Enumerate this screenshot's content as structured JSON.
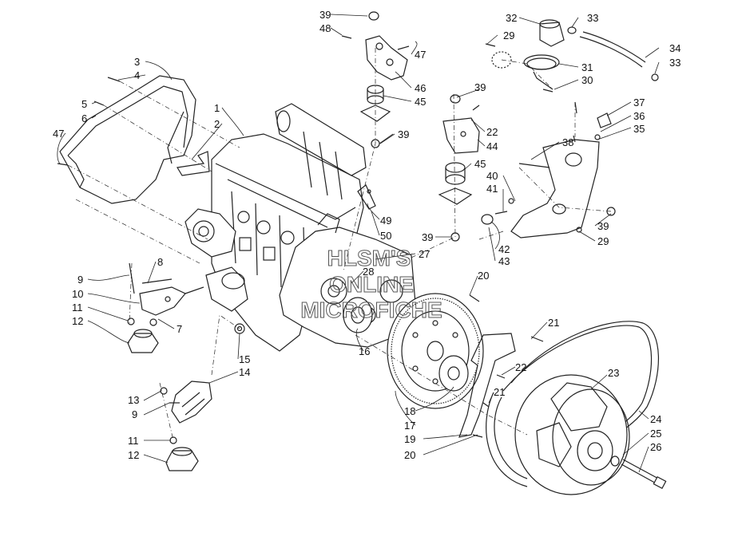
{
  "labels": {
    "l39a": "39",
    "l48": "48",
    "l32": "32",
    "l33a": "33",
    "l29a": "29",
    "l34": "34",
    "l33b": "33",
    "l31": "31",
    "l30": "30",
    "l3": "3",
    "l4": "4",
    "l47a": "47",
    "l46": "46",
    "l45a": "45",
    "l39b": "39",
    "l5": "5",
    "l6": "6",
    "l1": "1",
    "l2": "2",
    "l47b": "47",
    "l37": "37",
    "l36": "36",
    "l35": "35",
    "l22a": "22",
    "l44": "44",
    "l38": "38",
    "l45b": "45",
    "l40": "40",
    "l41": "41",
    "l39c": "39",
    "l49": "49",
    "l50": "50",
    "l39d": "39",
    "l29b": "29",
    "l42": "42",
    "l43": "43",
    "l8": "8",
    "l27": "27",
    "l9a": "9",
    "l28": "28",
    "l20a": "20",
    "l10": "10",
    "l11a": "11",
    "l12a": "12",
    "l7": "7",
    "l21a": "21",
    "l16": "16",
    "l15": "15",
    "l14": "14",
    "l22b": "22",
    "l23": "23",
    "l21b": "21",
    "l13": "13",
    "l9b": "9",
    "l18": "18",
    "l24": "24",
    "l17": "17",
    "l25": "25",
    "l19": "19",
    "l26": "26",
    "l11b": "11",
    "l20b": "20",
    "l12b": "12"
  },
  "watermark": {
    "line1": "HLSM'S",
    "line2": "ONLINE",
    "line3": "MICROFICHE"
  },
  "colors": {
    "line": "#222222",
    "background": "#ffffff",
    "watermark": "#555555"
  }
}
